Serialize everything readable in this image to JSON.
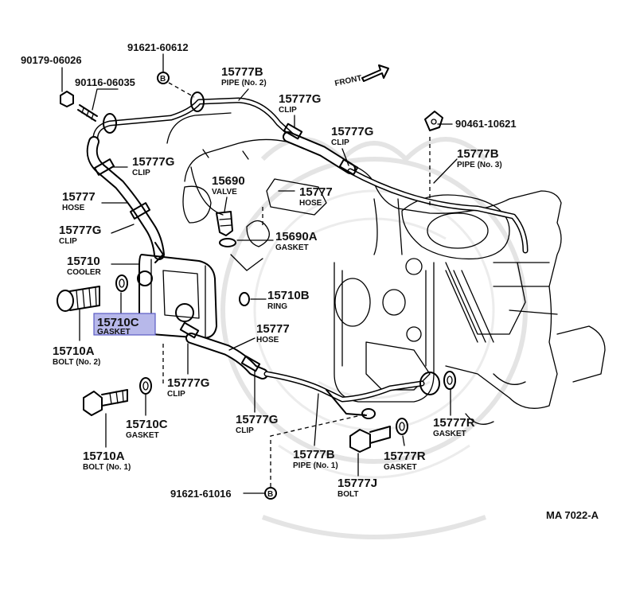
{
  "diagram": {
    "reference_code": "MA 7022-A",
    "front_label": "FRONT",
    "callouts": [
      {
        "id": "c1",
        "number": "90179-06026",
        "sub": ""
      },
      {
        "id": "c2",
        "number": "91621-60612",
        "sub": ""
      },
      {
        "id": "c3",
        "number": "90116-06035",
        "sub": ""
      },
      {
        "id": "c4",
        "number": "15777B",
        "sub": "PIPE (No. 2)"
      },
      {
        "id": "c5",
        "number": "15777G",
        "sub": "CLIP"
      },
      {
        "id": "c6",
        "number": "15777G",
        "sub": "CLIP"
      },
      {
        "id": "c7",
        "number": "90461-10621",
        "sub": ""
      },
      {
        "id": "c8",
        "number": "15777G",
        "sub": "CLIP"
      },
      {
        "id": "c9",
        "number": "15777B",
        "sub": "PIPE (No. 3)"
      },
      {
        "id": "c10",
        "number": "15690",
        "sub": "VALVE"
      },
      {
        "id": "c11",
        "number": "15777",
        "sub": "HOSE"
      },
      {
        "id": "c12",
        "number": "15777",
        "sub": "HOSE"
      },
      {
        "id": "c13",
        "number": "15777G",
        "sub": "CLIP"
      },
      {
        "id": "c14",
        "number": "15690A",
        "sub": "GASKET"
      },
      {
        "id": "c15",
        "number": "15710",
        "sub": "COOLER"
      },
      {
        "id": "c16",
        "number": "15710B",
        "sub": "RING"
      },
      {
        "id": "c17",
        "number": "15710C",
        "sub": "GASKET",
        "highlight": true
      },
      {
        "id": "c18",
        "number": "15777",
        "sub": "HOSE"
      },
      {
        "id": "c19",
        "number": "15710A",
        "sub": "BOLT (No. 2)"
      },
      {
        "id": "c20",
        "number": "15777G",
        "sub": "CLIP"
      },
      {
        "id": "c21",
        "number": "15710C",
        "sub": "GASKET"
      },
      {
        "id": "c22",
        "number": "15777G",
        "sub": "CLIP"
      },
      {
        "id": "c23",
        "number": "15777R",
        "sub": "GASKET"
      },
      {
        "id": "c24",
        "number": "15710A",
        "sub": "BOLT (No. 1)"
      },
      {
        "id": "c25",
        "number": "15777B",
        "sub": "PIPE (No. 1)"
      },
      {
        "id": "c26",
        "number": "15777R",
        "sub": "GASKET"
      },
      {
        "id": "c27",
        "number": "15777J",
        "sub": "BOLT"
      },
      {
        "id": "c28",
        "number": "91621-61016",
        "sub": ""
      }
    ],
    "markers": [
      {
        "id": "m1",
        "letter": "B"
      },
      {
        "id": "m2",
        "letter": "B"
      }
    ],
    "colors": {
      "highlight_fill": "#b7b8ea",
      "highlight_stroke": "#5a5cc4",
      "ink": "#111111"
    }
  }
}
